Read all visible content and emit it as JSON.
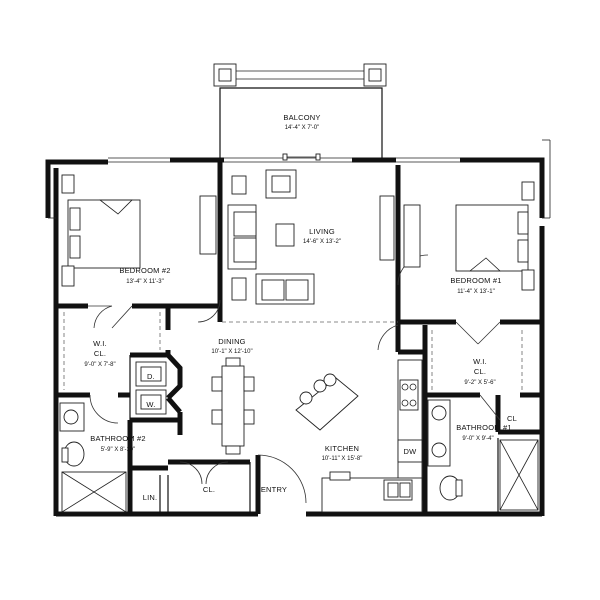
{
  "rooms": {
    "balcony": {
      "name": "BALCONY",
      "dims": "14'-4\" X 7'-0\""
    },
    "living": {
      "name": "LIVING",
      "dims": "14'-6\" X 13'-2\""
    },
    "bedroom2": {
      "name": "BEDROOM #2",
      "dims": "13'-4\" X 11'-3\""
    },
    "bedroom1": {
      "name": "BEDROOM #1",
      "dims": "11'-4\" X 13'-1\""
    },
    "wicl2": {
      "name": "W.I.",
      "sub": "CL.",
      "dims": "9'-0\" X 7'-8\""
    },
    "wicl1": {
      "name": "W.I.",
      "sub": "CL.",
      "dims": "9'-2\" X 5'-6\""
    },
    "dining": {
      "name": "DINING",
      "dims": "10'-1\" X 12'-10\""
    },
    "kitchen": {
      "name": "KITCHEN",
      "dims": "10'-11\" X 15'-8\""
    },
    "bathroom2": {
      "name": "BATHROOM #2",
      "dims": "5'-9\" X 8'-10\""
    },
    "bathroom1": {
      "name": "BATHROOM #1",
      "dims": "9'-0\" X 9'-4\""
    }
  },
  "labels": {
    "dryer": "D.",
    "washer": "W.",
    "linen": "LIN.",
    "closet_entry": "CL.",
    "closet_bath1": "CL",
    "entry": "ENTRY",
    "dishwasher": "DW"
  }
}
